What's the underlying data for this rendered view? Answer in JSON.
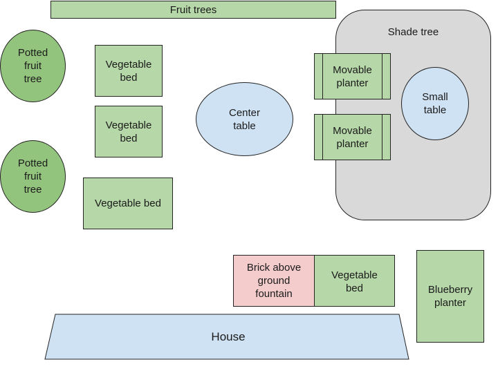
{
  "diagram": {
    "fruit_trees": "Fruit trees",
    "potted_tree_1": "Potted\nfruit\ntree",
    "potted_tree_2": "Potted\nfruit\ntree",
    "veg_bed_1": "Vegetable\nbed",
    "veg_bed_2": "Vegetable\nbed",
    "veg_bed_3": "Vegetable bed",
    "center_table": "Center\ntable",
    "shade_tree": "Shade tree",
    "movable_planter_1": "Movable\nplanter",
    "movable_planter_2": "Movable\nplanter",
    "small_table": "Small\ntable",
    "fountain": "Brick above\nground\nfountain",
    "veg_bed_4": "Vegetable\nbed",
    "blueberry": "Blueberry\nplanter",
    "house": "House"
  },
  "colors": {
    "bed_green": "#b6d7a8",
    "tree_green": "#93c47d",
    "table_blue": "#cfe2f3",
    "fountain_pink": "#f4cccc",
    "shade_gray": "#d9d9d9"
  }
}
